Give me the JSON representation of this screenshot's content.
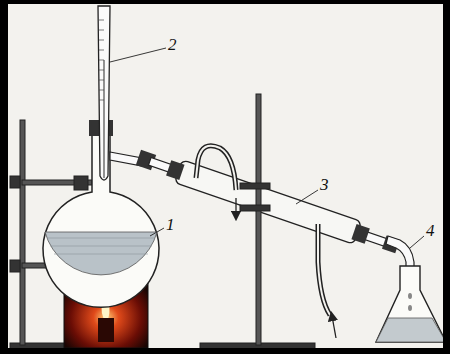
{
  "diagram": {
    "labels": [
      "2",
      "3",
      "1",
      "4"
    ]
  }
}
